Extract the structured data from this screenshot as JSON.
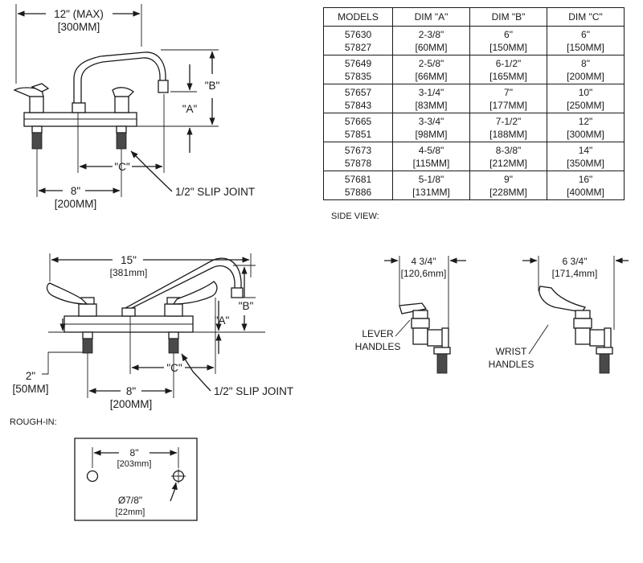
{
  "table": {
    "headers": [
      "MODELS",
      "DIM \"A\"",
      "DIM \"B\"",
      "DIM \"C\""
    ],
    "rows": [
      {
        "models": [
          "57630",
          "57827"
        ],
        "a": [
          "2-3/8\"",
          "[60MM]"
        ],
        "b": [
          "6\"",
          "[150MM]"
        ],
        "c": [
          "6\"",
          "[150MM]"
        ]
      },
      {
        "models": [
          "57649",
          "57835"
        ],
        "a": [
          "2-5/8\"",
          "[66MM]"
        ],
        "b": [
          "6-1/2\"",
          "[165MM]"
        ],
        "c": [
          "8\"",
          "[200MM]"
        ]
      },
      {
        "models": [
          "57657",
          "57843"
        ],
        "a": [
          "3-1/4\"",
          "[83MM]"
        ],
        "b": [
          "7\"",
          "[177MM]"
        ],
        "c": [
          "10\"",
          "[250MM]"
        ]
      },
      {
        "models": [
          "57665",
          "57851"
        ],
        "a": [
          "3-3/4\"",
          "[98MM]"
        ],
        "b": [
          "7-1/2\"",
          "[188MM]"
        ],
        "c": [
          "12\"",
          "[300MM]"
        ]
      },
      {
        "models": [
          "57673",
          "57878"
        ],
        "a": [
          "4-5/8\"",
          "[115MM]"
        ],
        "b": [
          "8-3/8\"",
          "[212MM]"
        ],
        "c": [
          "14\"",
          "[350MM]"
        ]
      },
      {
        "models": [
          "57681",
          "57886"
        ],
        "a": [
          "5-1/8\"",
          "[131MM]"
        ],
        "b": [
          "9\"",
          "[228MM]"
        ],
        "c": [
          "16\"",
          "[400MM]"
        ]
      }
    ]
  },
  "top_view": {
    "dim_12": "12\" (MAX)",
    "dim_12_mm": "[300MM]",
    "label_a": "\"A\"",
    "label_b": "\"B\"",
    "label_c": "\"C\"",
    "dim_8": "8\"",
    "dim_8_mm": "[200MM]",
    "slip_joint": "1/2\" SLIP JOINT"
  },
  "front_view": {
    "dim_15": "15\"",
    "dim_15_mm": "[381mm]",
    "label_a": "\"A\"",
    "label_b": "\"B\"",
    "label_c": "\"C\"",
    "dim_2": "2\"",
    "dim_2_mm": "[50MM]",
    "dim_8": "8\"",
    "dim_8_mm": "[200MM]",
    "slip_joint": "1/2\" SLIP JOINT"
  },
  "side_view": {
    "title": "SIDE VIEW:",
    "lever_dim": "4 3/4\"",
    "lever_dim_mm": "[120,6mm]",
    "lever_label": [
      "LEVER",
      "HANDLES"
    ],
    "wrist_dim": "6 3/4\"",
    "wrist_dim_mm": "[171,4mm]",
    "wrist_label": [
      "WRIST",
      "HANDLES"
    ]
  },
  "rough_in": {
    "title": "ROUGH-IN:",
    "dim_8": "8\"",
    "dim_8_mm": "[203mm]",
    "hole_dia": "Ø7/8\"",
    "hole_dia_mm": "[22mm]"
  }
}
